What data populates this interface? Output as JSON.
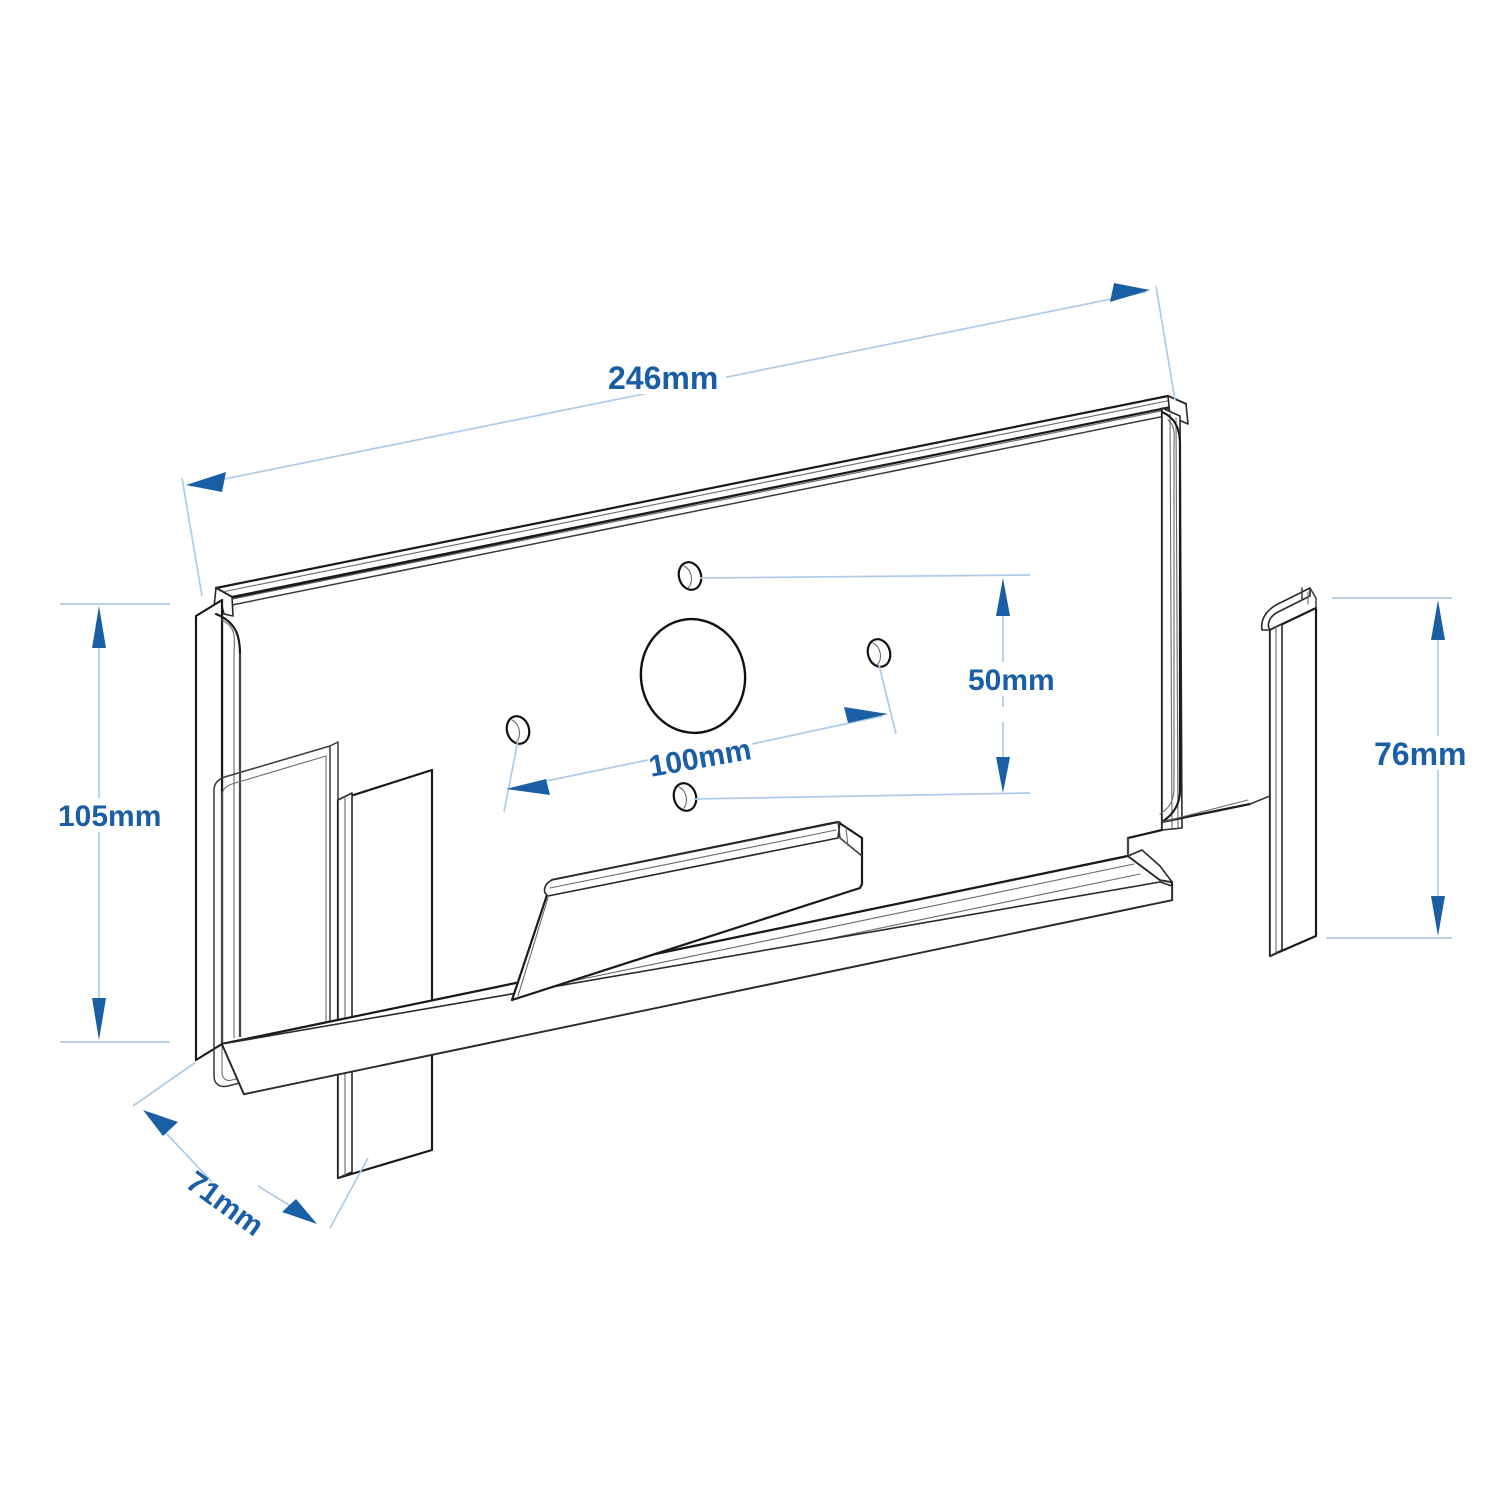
{
  "drawing": {
    "title": "Wall Mount Bracket Technical Drawing",
    "units": "mm",
    "view": "isometric",
    "background_color": "#ffffff",
    "line_color": "#1a1a1a",
    "dimension_color": "#1a5fa5",
    "extension_line_color": "#aecbe6"
  },
  "dimensions": {
    "overall_width": "246mm",
    "overall_height": "105mm",
    "depth": "71mm",
    "side_arm_height": "76mm",
    "vesa_horizontal": "100mm",
    "vesa_vertical": "50mm"
  },
  "labels": {
    "width_label": "246mm",
    "height_label": "105mm",
    "depth_label": "71mm",
    "arm_label": "76mm",
    "vesa_h_label": "100mm",
    "vesa_v_label": "50mm"
  },
  "features": {
    "vesa_pattern": "4-hole 100x50 VESA mounting pattern",
    "center_hole": "large circular cable pass-through",
    "holder_arms": 2,
    "center_tab": "raised bottom support tab"
  }
}
